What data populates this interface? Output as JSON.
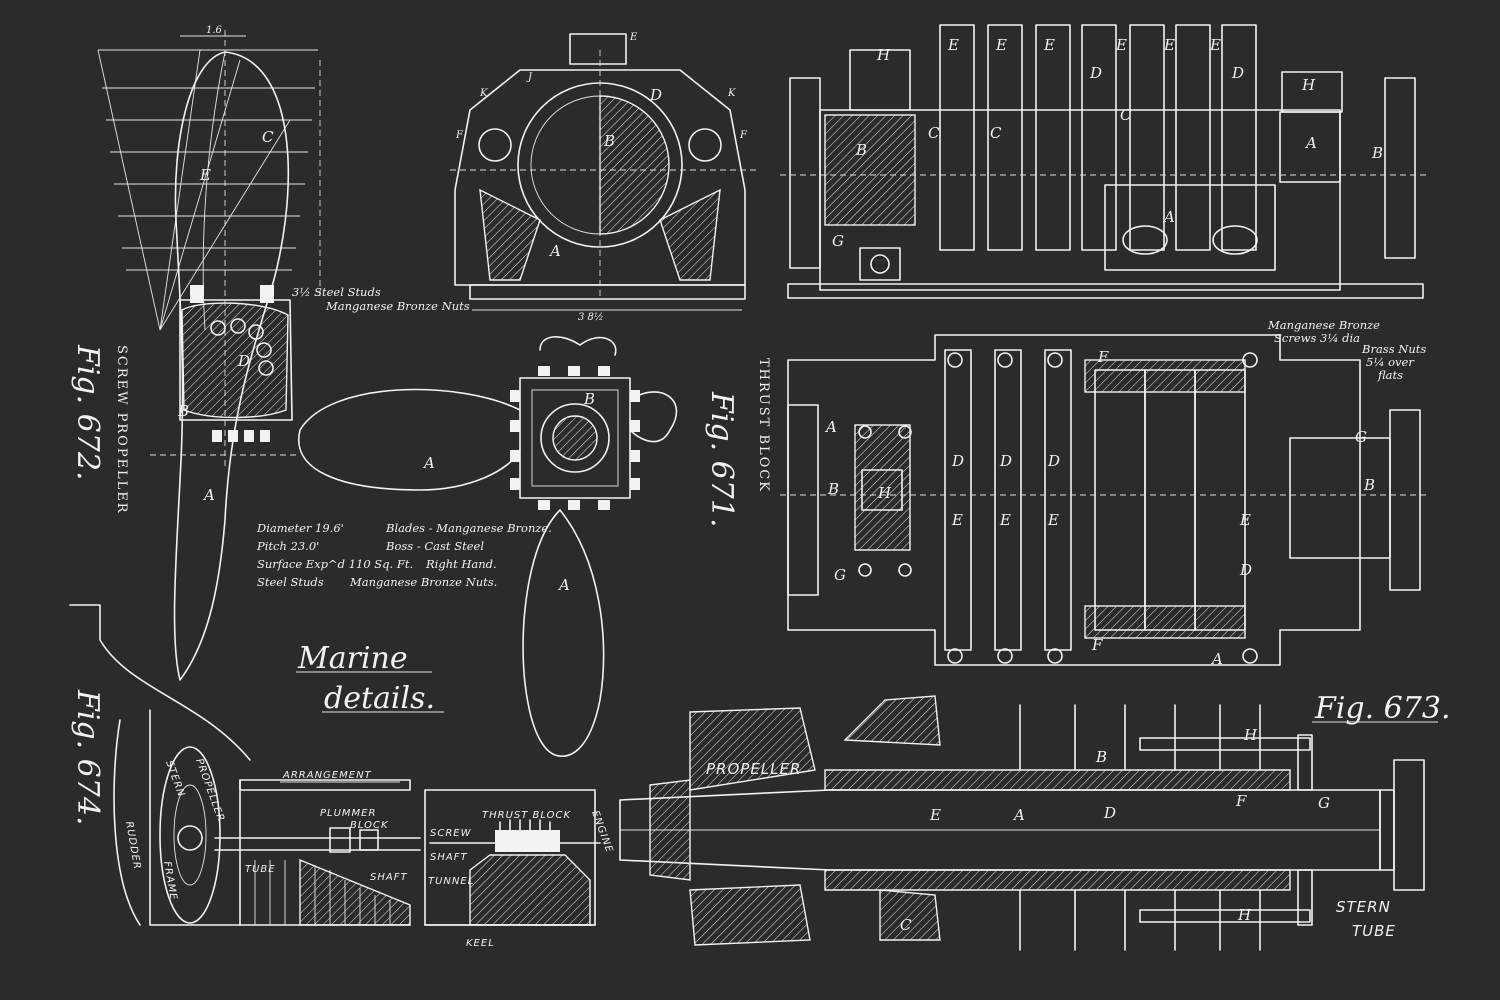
{
  "title": {
    "line1": "Marine",
    "line2": "details."
  },
  "figures": {
    "fig672": "Fig. 672.",
    "fig671": "Fig. 671.",
    "fig673": "Fig. 673.",
    "fig674": "Fig. 674."
  },
  "captions": {
    "screw_propeller": "SCREW PROPELLER",
    "thrust_block": "THRUST BLOCK"
  },
  "propeller_specs": {
    "diameter": "Diameter 19.6'",
    "pitch": "Pitch 23.0'",
    "surface": "Surface Exp^d 110 Sq. Ft.",
    "steel_studs": "Steel Studs",
    "blades": "Blades - Manganese Bronze.",
    "boss": "Boss - Cast Steel",
    "right_hand": "Right Hand.",
    "nuts": "Manganese Bronze Nuts."
  },
  "propeller_notes": {
    "studs": "3½ Steel Studs",
    "bronze_nuts": "Manganese Bronze Nuts"
  },
  "thrust_notes": {
    "screws": "Manganese Bronze",
    "screws_dia": "Screws 3¼ dia",
    "brass_nuts": "Brass Nuts",
    "brass_flats": "5¼ over",
    "flats": "flats"
  },
  "arrangement": {
    "heading": "ARRANGEMENT",
    "stern": "STERN",
    "propeller": "PROPELLER",
    "rudder": "RUDDER",
    "frame": "FRAME",
    "tube": "TUBE",
    "plummer": "PLUMMER",
    "block": "BLOCK",
    "shaft": "SHAFT",
    "thrust_block": "THRUST BLOCK",
    "screw": "SCREW",
    "tunnel": "TUNNEL",
    "engine": "ENGINE",
    "keel": "KEEL"
  },
  "stern_tube": {
    "propeller": "PROPELLER",
    "stern": "STERN",
    "tube": "TUBE"
  },
  "dimensions": {
    "top_width": "1.6",
    "base_width": "3 8½"
  },
  "part_letters": {
    "a": "A",
    "b": "B",
    "c": "C",
    "d": "D",
    "e": "E",
    "f": "F",
    "g": "G",
    "h": "H",
    "j": "J",
    "k": "K"
  },
  "colors": {
    "background": "#2b2b2b",
    "ink": "#f2f2f2"
  }
}
